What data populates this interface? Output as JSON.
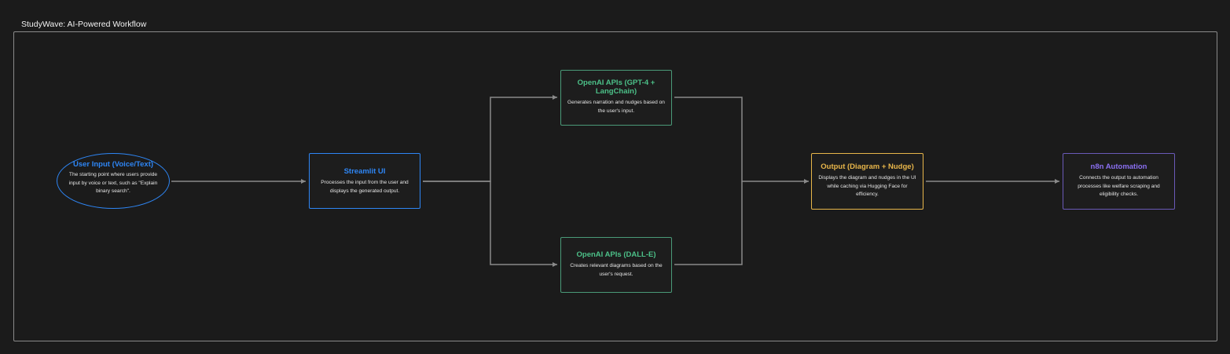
{
  "frame": {
    "title": "StudyWave: AI-Powered Workflow"
  },
  "colors": {
    "background": "#1b1b1b",
    "frame_border": "#8a8a8a",
    "edge": "#8a8a8a",
    "blue": "#2e86f5",
    "green": "#4cc088",
    "yellow": "#e8b64a",
    "purple": "#8a6ff0"
  },
  "nodes": {
    "user_input": {
      "title": "User Input (Voice/Text)",
      "desc": "The starting point where users provide input by voice or text, such as \"Explain binary search\"."
    },
    "streamlit": {
      "title": "Streamlit UI",
      "desc": "Processes the input from the user and displays the generated output."
    },
    "openai_gpt": {
      "title": "OpenAI APIs (GPT-4 + LangChain)",
      "desc": "Generates narration and nudges based on the user's input."
    },
    "openai_dalle": {
      "title": "OpenAI APIs (DALL-E)",
      "desc": "Creates relevant diagrams based on the user's request."
    },
    "output": {
      "title": "Output (Diagram + Nudge)",
      "desc": "Displays the diagram and nudges in the UI while caching via Hugging Face for efficiency."
    },
    "n8n": {
      "title": "n8n Automation",
      "desc": "Connects the output to automation processes like welfare scraping and eligibility checks."
    }
  },
  "edges": [
    {
      "from": "user_input",
      "to": "streamlit"
    },
    {
      "from": "streamlit",
      "to": "openai_gpt"
    },
    {
      "from": "streamlit",
      "to": "openai_dalle"
    },
    {
      "from": "openai_gpt",
      "to": "output"
    },
    {
      "from": "openai_dalle",
      "to": "output"
    },
    {
      "from": "output",
      "to": "n8n"
    }
  ]
}
